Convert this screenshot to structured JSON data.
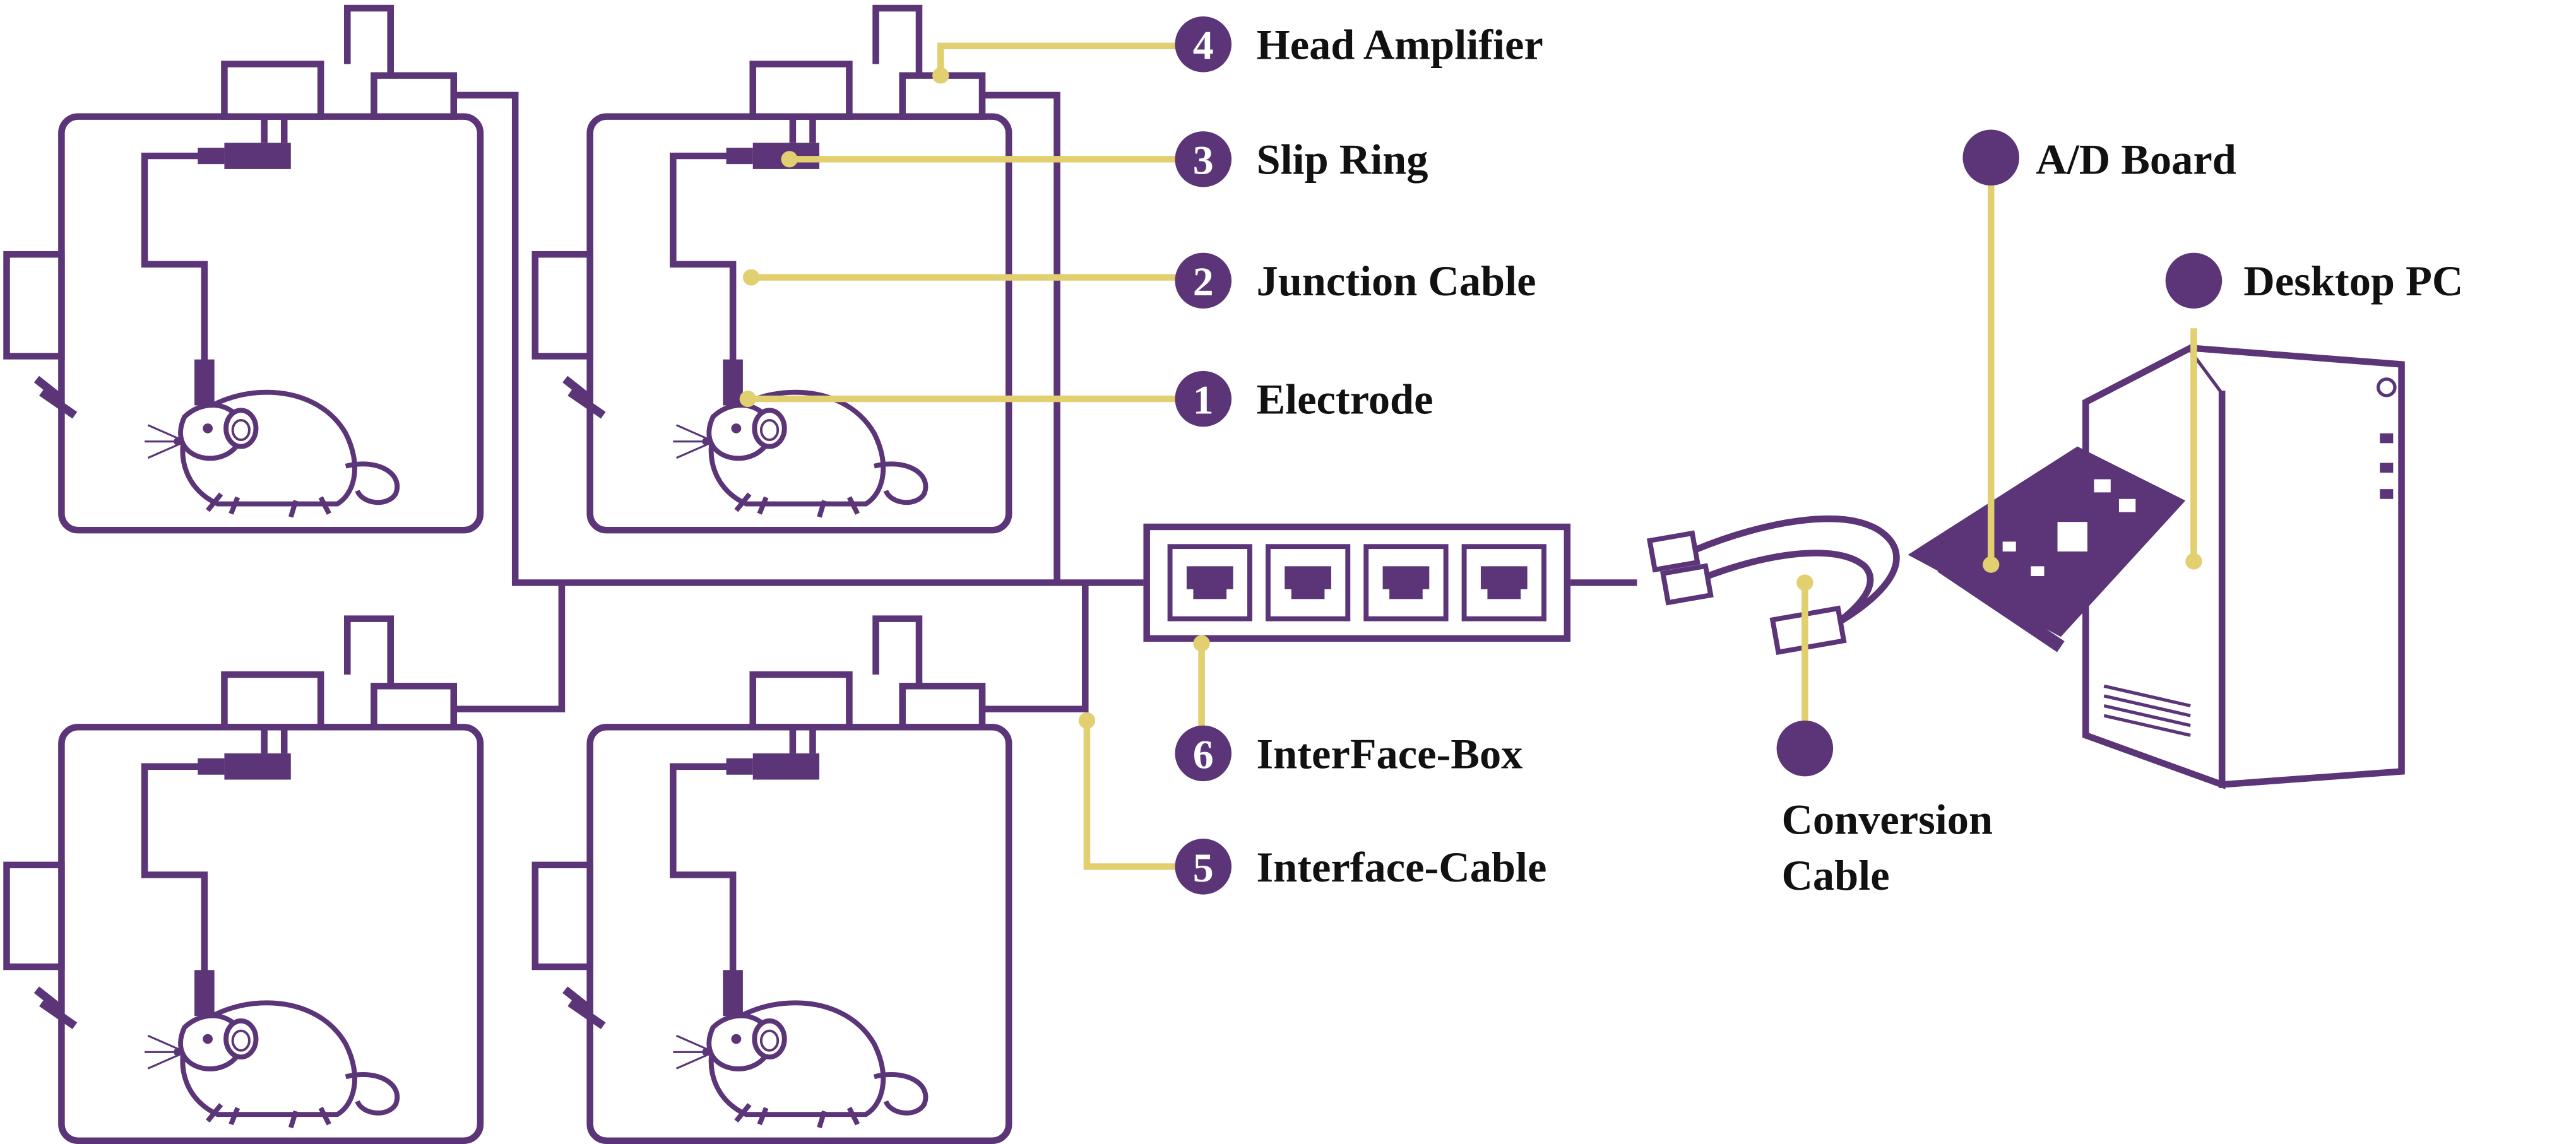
{
  "colors": {
    "primary": "#5b3577",
    "accent": "#e2cf6f",
    "text": "#111111",
    "background": "#ffffff"
  },
  "labels": {
    "head_amplifier": {
      "number": "4",
      "text": "Head Amplifier"
    },
    "slip_ring": {
      "number": "3",
      "text": "Slip Ring"
    },
    "junction_cable": {
      "number": "2",
      "text": "Junction Cable"
    },
    "electrode": {
      "number": "1",
      "text": "Electrode"
    },
    "interface_box": {
      "number": "6",
      "text": "InterFace-Box"
    },
    "interface_cable": {
      "number": "5",
      "text": "Interface-Cable"
    },
    "ad_board": {
      "text": "A/D Board"
    },
    "desktop_pc": {
      "text": "Desktop PC"
    },
    "conversion_cable": {
      "line1": "Conversion",
      "line2": "Cable"
    }
  },
  "icons": [
    "cage-icon",
    "mouse-icon",
    "slip-ring-icon",
    "head-amplifier-icon",
    "interface-box-icon",
    "rj45-port-icon",
    "conversion-cable-icon",
    "ad-board-icon",
    "desktop-pc-icon"
  ]
}
